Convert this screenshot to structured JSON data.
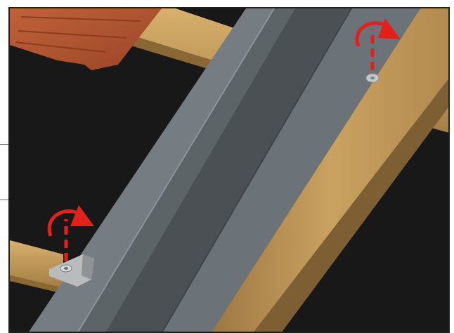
{
  "title": "",
  "illustration": {
    "subject": "gutter-rail-installation",
    "rotation_markers": [
      {
        "name": "screw-rotation-top",
        "direction": "clockwise"
      },
      {
        "name": "screw-rotation-bottom",
        "direction": "clockwise"
      }
    ],
    "colors": {
      "background": "#181818",
      "metal_light": "#6c7378",
      "metal_dark": "#4a5054",
      "metal_mid": "#5d6468",
      "wood_light": "#c9a160",
      "wood_dark": "#8c6a3c",
      "tile": "#b5562f",
      "arrow": "#e3201b",
      "clip": "#b9bcbe"
    }
  }
}
